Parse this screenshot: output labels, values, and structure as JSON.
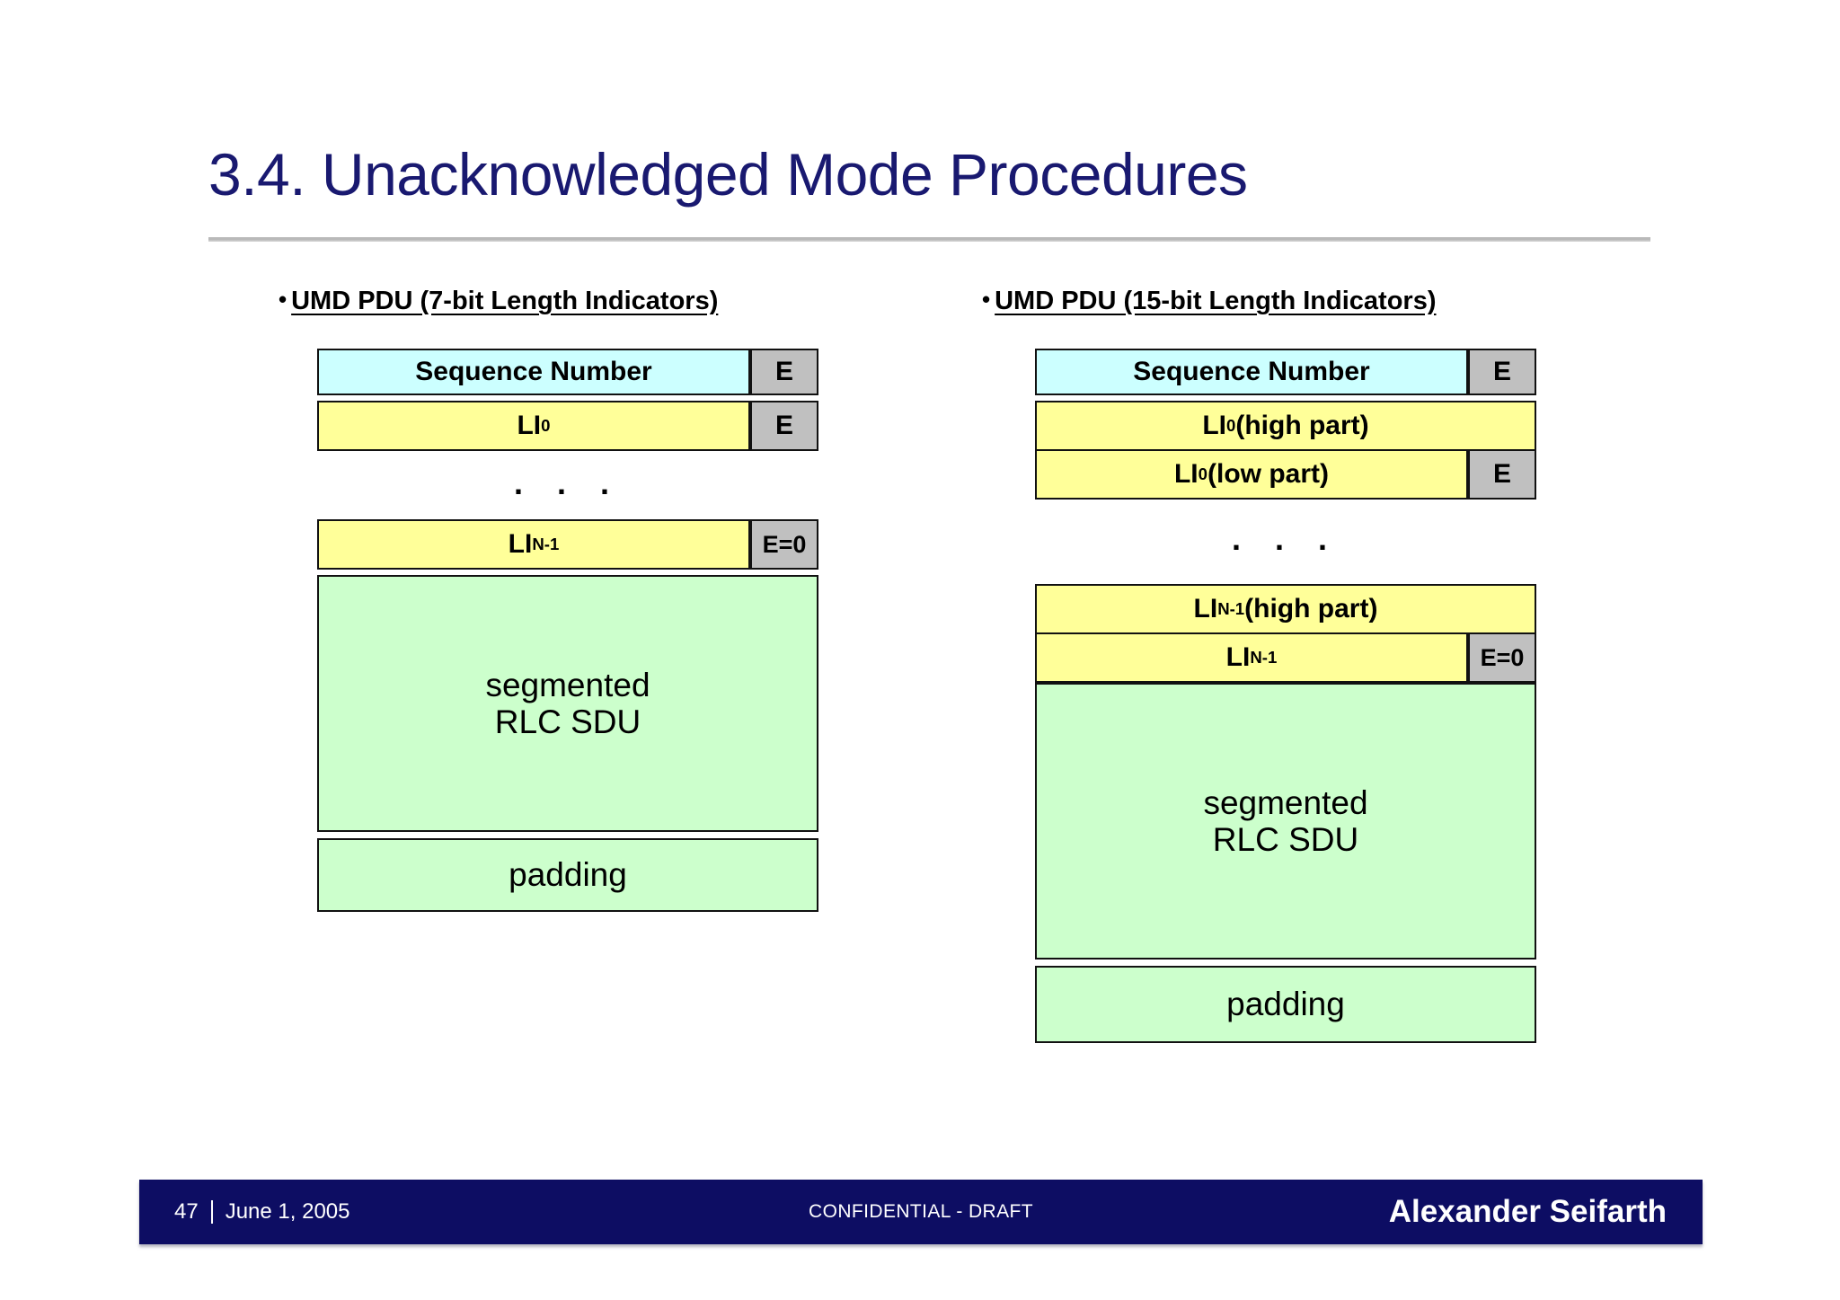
{
  "slide": {
    "title": "3.4. Unacknowledged Mode Procedures"
  },
  "columns": {
    "left": {
      "bullet": "•",
      "heading": "UMD PDU (7-bit Length Indicators)",
      "rows": [
        {
          "label": "Sequence Number",
          "fill": "cyan",
          "e_label": "E"
        },
        {
          "label": "LI",
          "sub": "0",
          "suffix": "",
          "fill": "yellow",
          "e_label": "E"
        },
        {
          "label": "LI",
          "sub": "N-1",
          "suffix": "",
          "fill": "yellow",
          "e_label": "E=0"
        }
      ],
      "ellipsis": ". . .",
      "sdu_line1": "segmented",
      "sdu_line2": "RLC SDU",
      "padding_label": "padding"
    },
    "right": {
      "bullet": "•",
      "heading": "UMD PDU (15-bit Length Indicators)",
      "rows": [
        {
          "label": "Sequence Number",
          "fill": "cyan",
          "e_label": "E"
        },
        {
          "label": "LI",
          "sub": "0",
          "suffix": " (high part)",
          "fill": "yellow",
          "e_label": ""
        },
        {
          "label": "LI",
          "sub": "0",
          "suffix": " (low part)",
          "fill": "yellow",
          "e_label": "E"
        },
        {
          "label": "LI",
          "sub": "N-1",
          "suffix": " (high part)",
          "fill": "yellow",
          "e_label": ""
        },
        {
          "label": "LI",
          "sub": "N-1",
          "suffix": "",
          "fill": "yellow",
          "e_label": "E=0"
        }
      ],
      "ellipsis": ". . .",
      "sdu_line1": "segmented",
      "sdu_line2": "RLC SDU",
      "padding_label": "padding"
    }
  },
  "footer": {
    "page_number": "47",
    "date": "June 1, 2005",
    "classification": "CONFIDENTIAL - DRAFT",
    "author": "Alexander Seifarth"
  },
  "colors": {
    "title_navy": "#191970",
    "footer_navy": "#0d0d63",
    "cyan_fill": "#ccffff",
    "yellow_fill": "#ffff99",
    "green_fill": "#ccffcc",
    "gray_fill": "#c0c0c0",
    "border": "#111111"
  }
}
